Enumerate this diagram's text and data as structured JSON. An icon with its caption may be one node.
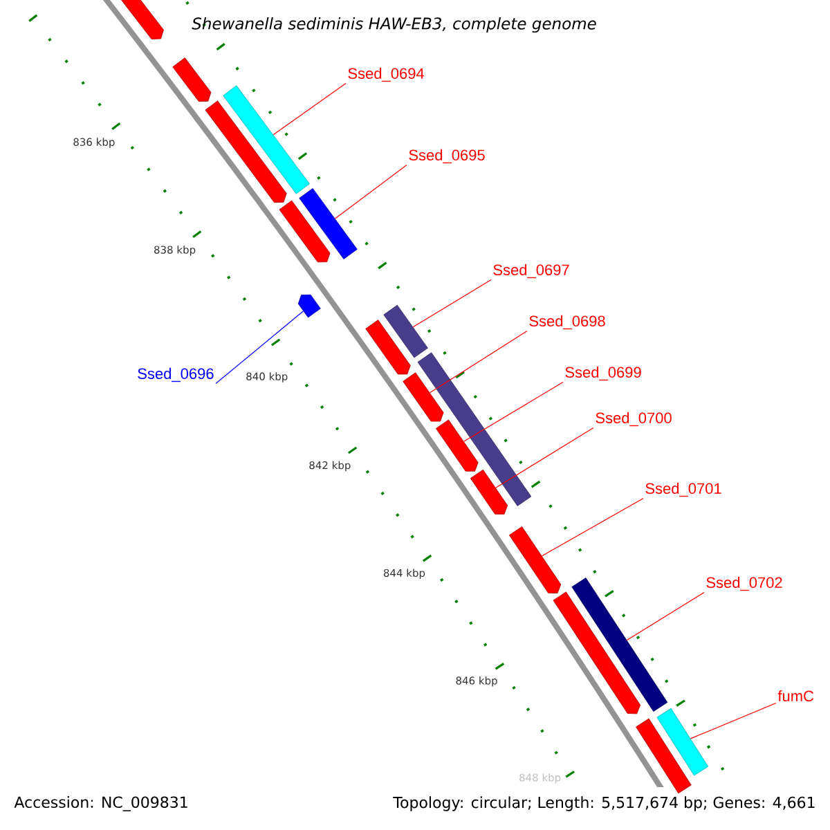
{
  "diagram": {
    "title": "Shewanella sediminis HAW-EB3, complete genome",
    "nodes": [
      {
        "text": [
          "Ssed_0694"
        ]
      },
      {
        "text": [
          "Ssed_0695"
        ]
      },
      {
        "text": [
          "Ssed_0696"
        ]
      },
      {
        "text": [
          "Ssed_0697"
        ]
      },
      {
        "text": [
          "Ssed_0698"
        ]
      },
      {
        "text": [
          "Ssed_0699"
        ]
      },
      {
        "text": [
          "Ssed_0700"
        ]
      },
      {
        "text": [
          "Ssed_0701"
        ]
      },
      {
        "text": [
          "Ssed_0702"
        ]
      },
      {
        "text": [
          "fumC"
        ]
      },
      {
        "text": [],
        "shape": "pentagon"
      },
      {
        "text": [],
        "shape": "pentagon"
      },
      {
        "text": [],
        "shape": "pentagon"
      },
      {
        "text": [],
        "shape": "bar"
      },
      {
        "text": [],
        "shape": "pentagon"
      },
      {
        "text": [],
        "shape": "bar"
      },
      {
        "text": [],
        "shape": "pentagon"
      },
      {
        "text": [],
        "shape": "pentagon"
      },
      {
        "text": [],
        "shape": "bar"
      },
      {
        "text": [],
        "shape": "bar"
      },
      {
        "text": [],
        "shape": "pentagon"
      },
      {
        "text": [],
        "shape": "pentagon"
      },
      {
        "text": [],
        "shape": "pentagon"
      },
      {
        "text": [],
        "shape": "pentagon"
      },
      {
        "text": [],
        "shape": "pentagon"
      },
      {
        "text": [],
        "shape": "bar"
      },
      {
        "text": [],
        "shape": "pentagon"
      },
      {
        "text": [],
        "shape": "bar"
      }
    ],
    "edges": [
      {
        "from": 0,
        "to": 13,
        "arrow": "none"
      },
      {
        "from": 1,
        "to": 15,
        "arrow": "none"
      },
      {
        "from": 2,
        "to": 16,
        "arrow": "none",
        "color": "#0000ff"
      },
      {
        "from": 3,
        "to": 18,
        "arrow": "none"
      },
      {
        "from": 4,
        "to": 20,
        "arrow": "none"
      },
      {
        "from": 5,
        "to": 21,
        "arrow": "none"
      },
      {
        "from": 6,
        "to": 22,
        "arrow": "none"
      },
      {
        "from": 7,
        "to": 23,
        "arrow": "none"
      },
      {
        "from": 8,
        "to": 25,
        "arrow": "none"
      },
      {
        "from": 9,
        "to": 27,
        "arrow": "none"
      }
    ],
    "labels": [
      "836 kbp",
      "838 kbp",
      "840 kbp",
      "842 kbp",
      "844 kbp",
      "846 kbp",
      "848 kbp",
      "Accession: NC_009831",
      "Topology: circular; Length: 5,517,674 bp; Genes: 4,661"
    ]
  }
}
